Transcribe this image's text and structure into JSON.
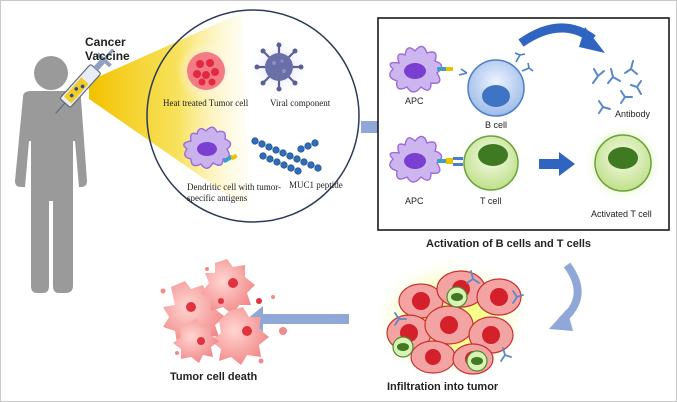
{
  "labels": {
    "vaccine_line1": "Cancer",
    "vaccine_line2": "Vaccine",
    "heat_tumor": "Heat treated Tumor cell",
    "viral": "Viral component",
    "dendritic_line1": "Dendritic cell  with tumor-",
    "dendritic_line2": "specific antigens",
    "muc1": "MUC1 peptide",
    "apc_top": "APC",
    "b_cell": "B cell",
    "antibody": "Antibody",
    "apc_bottom": "APC",
    "t_cell": "T cell",
    "activated_t": "Activated T cell",
    "activation_caption": "Activation of B cells and T cells",
    "infiltration_caption": "Infiltration into tumor",
    "death_caption": "Tumor cell death"
  },
  "colors": {
    "silhouette": "#9a9a9a",
    "cone": "#f5d000",
    "arrow": "#8fa8d8",
    "b_cell": "#4a7fc8",
    "t_cell": "#4f8a2a",
    "apc": "#9b6bd6",
    "tumor": "#e04848",
    "dark_arrow": "#2f64c0"
  },
  "icons": [
    "person-silhouette-icon",
    "syringe-icon",
    "tumor-cell-icon",
    "virus-icon",
    "dendritic-cell-icon",
    "peptide-chain-icon",
    "apc-cell-icon",
    "b-cell-icon",
    "t-cell-icon",
    "antibody-icon",
    "activated-t-cell-icon",
    "tumor-mass-icon",
    "dead-tumor-cells-icon"
  ]
}
